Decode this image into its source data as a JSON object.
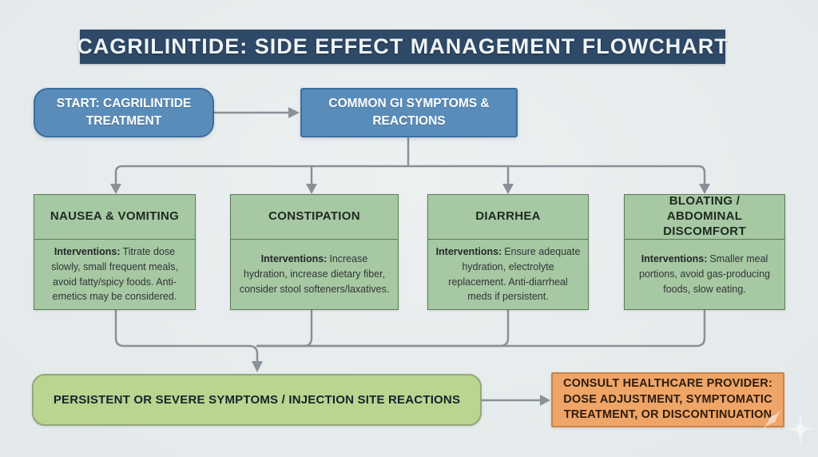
{
  "title": {
    "text": "CAGRILINTIDE: SIDE EFFECT MANAGEMENT FLOWCHART"
  },
  "flow": {
    "start": {
      "label": "START: CAGRILINTIDE TREATMENT"
    },
    "common": {
      "label": "COMMON GI SYMPTOMS & REACTIONS"
    },
    "symptoms": [
      {
        "title": "NAUSEA & VOMITING",
        "interventions_label": "Interventions:",
        "interventions_text": "Titrate dose slowly, small frequent meals, avoid fatty/spicy foods. Anti-emetics may be considered."
      },
      {
        "title": "CONSTIPATION",
        "interventions_label": "Interventions:",
        "interventions_text": "Increase hydration, increase dietary fiber, consider stool softeners/laxatives."
      },
      {
        "title": "DIARRHEA",
        "interventions_label": "Interventions:",
        "interventions_text": "Ensure adequate hydration, electrolyte replacement. Anti-diarrheal meds if persistent."
      },
      {
        "title": "BLOATING / ABDOMINAL DISCOMFORT",
        "interventions_label": "Interventions:",
        "interventions_text": "Smaller meal portions, avoid gas-producing foods, slow eating."
      }
    ],
    "escalation": {
      "label": "PERSISTENT OR SEVERE SYMPTOMS / INJECTION SITE REACTIONS"
    },
    "consult": {
      "label": "CONSULT HEALTHCARE PROVIDER: DOSE ADJUSTMENT, SYMPTOMATIC TREATMENT, OR DISCONTINUATION"
    }
  },
  "colors": {
    "background": "#ecf0f1",
    "title_bar": "#2e4a68",
    "node_blue": "#5a8cba",
    "node_blue_border": "#3d6d9d",
    "node_green": "#a6c8a2",
    "node_green_border": "#5d7a5a",
    "node_lightgreen": "#bad58f",
    "node_lightgreen_border": "#93a87b",
    "node_orange": "#efa468",
    "node_orange_border": "#c9854a",
    "connector": "#8a9097"
  }
}
